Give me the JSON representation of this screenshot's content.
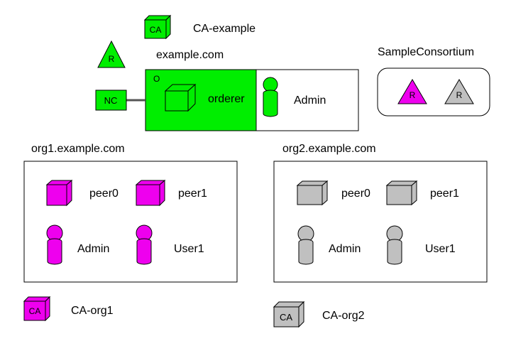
{
  "colors": {
    "org0": "#00ee00",
    "org1": "#ee00ee",
    "org2": "#c0c0c0",
    "stroke": "#000000"
  },
  "top": {
    "ca_badge": "CA",
    "ca_label": "CA-example",
    "domain": "example.com",
    "role_badge": "R",
    "nc_badge": "NC",
    "orderer_box_tag": "O",
    "orderer_label": "orderer",
    "admin_label": "Admin"
  },
  "consortium": {
    "title": "SampleConsortium",
    "role_badge_1": "R",
    "role_badge_2": "R"
  },
  "org1": {
    "domain": "org1.example.com",
    "peer0": "peer0",
    "peer1": "peer1",
    "admin": "Admin",
    "user1": "User1",
    "ca_badge": "CA",
    "ca_label": "CA-org1"
  },
  "org2": {
    "domain": "org2.example.com",
    "peer0": "peer0",
    "peer1": "peer1",
    "admin": "Admin",
    "user1": "User1",
    "ca_badge": "CA",
    "ca_label": "CA-org2"
  }
}
